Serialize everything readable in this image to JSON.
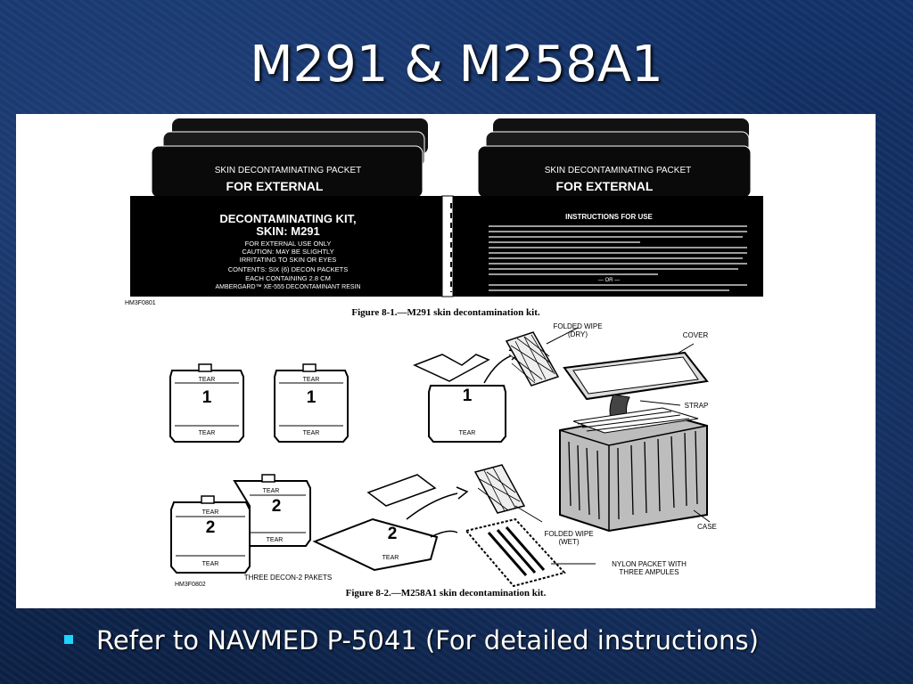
{
  "slide": {
    "title": "M291 & M258A1",
    "bullet_text": "Refer to NAVMED P-5041 (For detailed instructions)",
    "colors": {
      "background": "#0f2a55",
      "title": "#ffffff",
      "bullet": "#1fd3ff"
    }
  },
  "figure1": {
    "caption": "Figure 8-1.—M291 skin decontamination kit.",
    "code": "HM3F0801",
    "packet_header": "SKIN DECONTAMINATING PACKET",
    "packet_external": "FOR EXTERNAL",
    "left_panel": {
      "title1": "DECONTAMINATING KIT,",
      "title2": "SKIN: M291",
      "line1": "FOR EXTERNAL USE ONLY",
      "line2": "CAUTION: MAY BE SLIGHTLY",
      "line3": "IRRITATING TO SKIN OR EYES",
      "line4": "CONTENTS: SIX (6) DECON PACKETS",
      "line5": "EACH CONTAINING 2.8 CM",
      "line6": "AMBERGARD™ XE-555 DECONTAMINANT RESIN"
    },
    "right_panel": {
      "heading": "INSTRUCTIONS FOR USE",
      "or_text": "— OR —"
    }
  },
  "figure2": {
    "caption": "Figure 8-2.—M258A1 skin decontamination kit.",
    "code": "HM3F0802",
    "tear": "TEAR",
    "num1": "1",
    "num2": "2",
    "label_folded_dry_1": "FOLDED WIPE",
    "label_folded_dry_2": "(DRY)",
    "label_cover": "COVER",
    "label_strap": "STRAP",
    "label_case": "CASE",
    "label_folded_wet_1": "FOLDED WIPE",
    "label_folded_wet_2": "(WET)",
    "label_nylon_1": "NYLON PACKET WITH",
    "label_nylon_2": "THREE AMPULES",
    "label_three": "THREE DECON-2 PAKETS"
  }
}
